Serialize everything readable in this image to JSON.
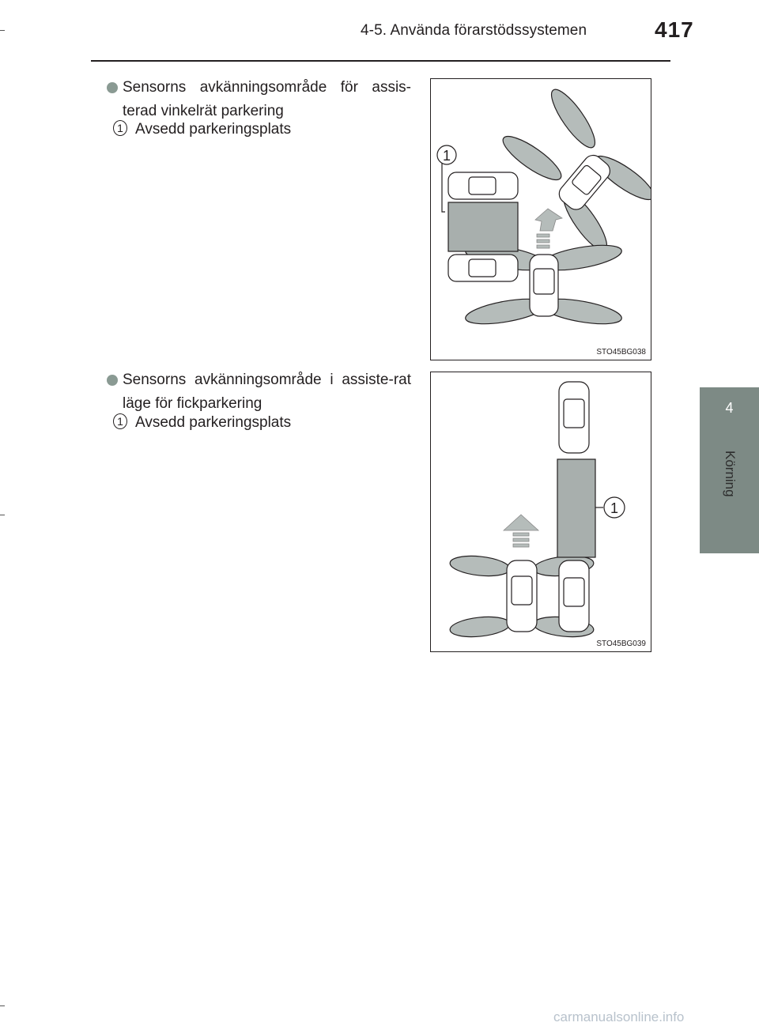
{
  "header": {
    "section_title": "4-5. Använda förarstödssystemen",
    "page_number": "417"
  },
  "side_tab": {
    "chapter_number": "4",
    "chapter_label": "Körning"
  },
  "sections": [
    {
      "bullet_text": "Sensorns avkänningsområde för assis-terad vinkelrät parkering",
      "legend_number": "1",
      "legend_text": "Avsedd parkeringsplats",
      "figure_code": "STO45BG038",
      "callout": "1"
    },
    {
      "bullet_text": "Sensorns avkänningsområde i assiste-rat läge för fickparkering",
      "legend_number": "1",
      "legend_text": "Avsedd parkeringsplats",
      "figure_code": "STO45BG039",
      "callout": "1"
    }
  ],
  "watermark": "carmanualsonline.info"
}
